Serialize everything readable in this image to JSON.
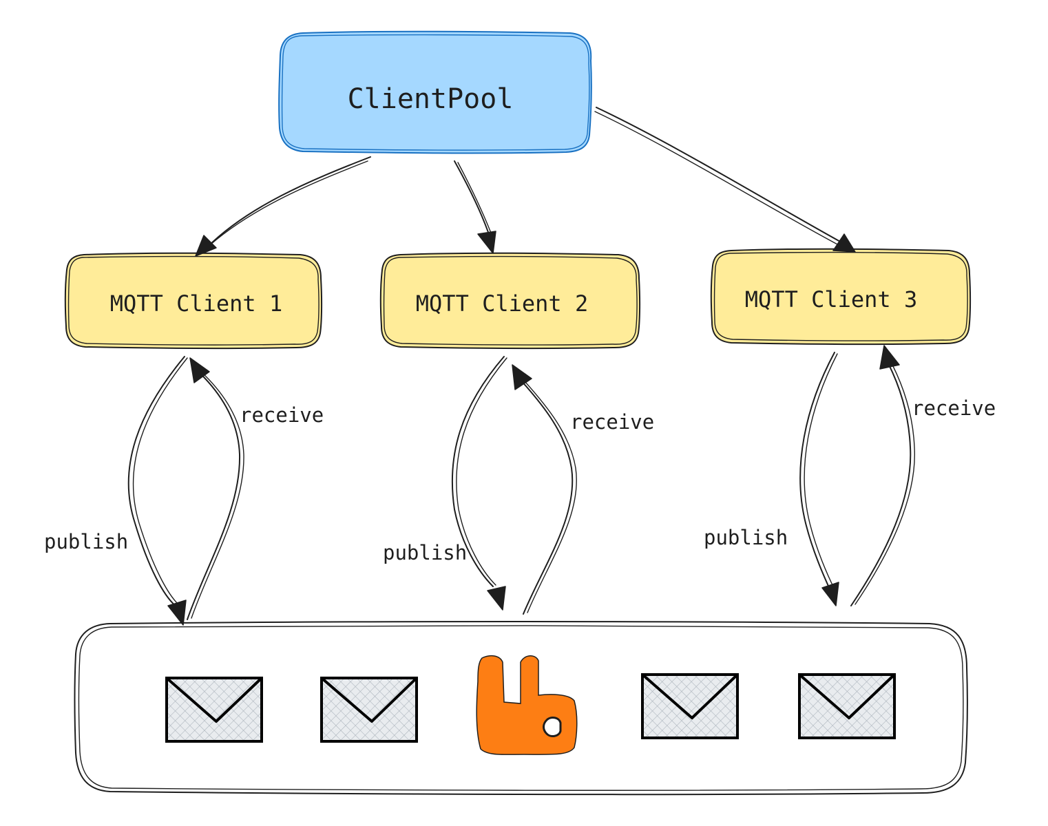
{
  "pool": {
    "label": "ClientPool",
    "fill": "#a5d8ff",
    "stroke": "#1971c2"
  },
  "clients": [
    {
      "label": "MQTT Client 1"
    },
    {
      "label": "MQTT Client 2"
    },
    {
      "label": "MQTT Client 3"
    }
  ],
  "client_fill": "#ffec99",
  "client_stroke": "#1e1e1e",
  "edges": {
    "publish_label": "publish",
    "receive_label": "receive"
  },
  "broker": {
    "logo_color": "#fd7e14",
    "message_count": 4
  },
  "icons": [
    "envelope-icon",
    "rabbitmq-logo-icon"
  ]
}
